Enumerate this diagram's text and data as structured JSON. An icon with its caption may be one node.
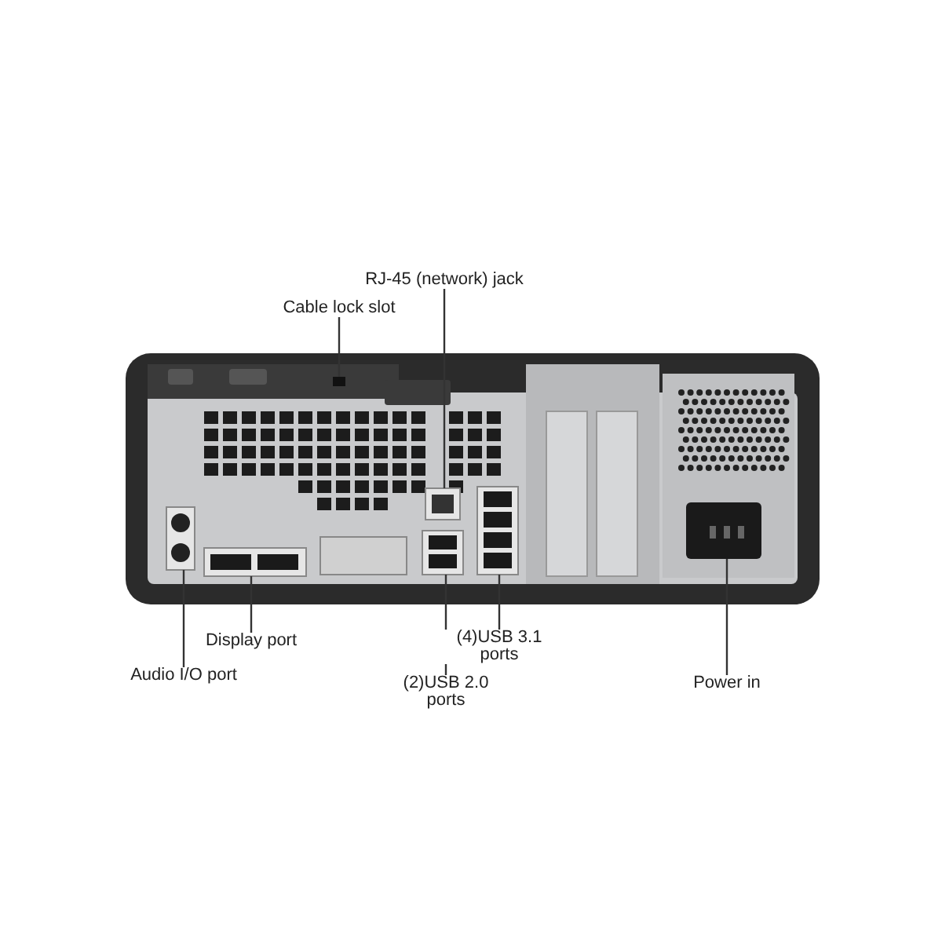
{
  "diagram": {
    "nodes": [
      {
        "text": [
          "RJ-45 (network) jack"
        ]
      },
      {
        "text": [
          "Cable lock slot"
        ]
      },
      {
        "text": [
          "Display port"
        ]
      },
      {
        "text": [
          "Audio I/O port"
        ]
      },
      {
        "text": [
          "(4)USB 3.1 ports"
        ]
      },
      {
        "text": [
          "(2)USB 2.0 ports"
        ]
      },
      {
        "text": [
          "Power in"
        ]
      }
    ],
    "edges": [
      {
        "from": 0,
        "to": null,
        "arrow": "none"
      },
      {
        "from": 1,
        "to": null,
        "arrow": "none"
      },
      {
        "from": 2,
        "to": null,
        "arrow": "none"
      },
      {
        "from": 3,
        "to": null,
        "arrow": "none"
      },
      {
        "from": 4,
        "to": null,
        "arrow": "none"
      },
      {
        "from": 5,
        "to": null,
        "arrow": "none"
      },
      {
        "from": 6,
        "to": null,
        "arrow": "none"
      }
    ]
  }
}
